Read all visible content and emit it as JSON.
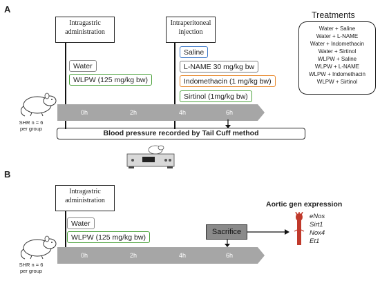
{
  "panel_a": {
    "label": "A",
    "header_left": "Intragastric\nadministration",
    "header_right": "Intraperitoneal\ninjection",
    "water": "Water",
    "wlpw": "WLPW (125 mg/kg bw)",
    "injections": [
      {
        "label": "Saline",
        "color": "#3c78c8"
      },
      {
        "label": "L-NAME 30 mg/kg bw",
        "color": "#7a7a7a"
      },
      {
        "label": "Indomethacin (1 mg/kg bw)",
        "color": "#e8872a"
      },
      {
        "label": "Sirtinol (1mg/kg bw)",
        "color": "#4aa13a"
      }
    ],
    "timeline": [
      "0h",
      "2h",
      "4h",
      "6h"
    ],
    "rat_caption": "SHR n = 6\nper group",
    "bp_label": "Blood pressure recorded by Tail Cuff method",
    "treatments_title": "Treatments",
    "treatments": [
      "Water + Saline",
      "Water + L-NAME",
      "Water + Indomethacin",
      "Water + Sirtinol",
      "WLPW + Saline",
      "WLPW + L-NAME",
      "WLPW + Indomethacin",
      "WLPW + Sirtinol"
    ]
  },
  "panel_b": {
    "label": "B",
    "header": "Intragastric\nadministration",
    "water": "Water",
    "wlpw": "WLPW (125 mg/kg bw)",
    "timeline": [
      "0h",
      "2h",
      "4h",
      "6h"
    ],
    "sacrifice": "Sacrifice",
    "rat_caption": "SHR n = 6\nper group",
    "expression_title": "Aortic gen expression",
    "genes": [
      "eNos",
      "Sirt1",
      "Nox4",
      "Et1"
    ]
  },
  "colors": {
    "green": "#4aa13a",
    "gray_box": "#8a8a8a",
    "timeline": "#a6a6a6",
    "aorta": "#c0392b"
  }
}
